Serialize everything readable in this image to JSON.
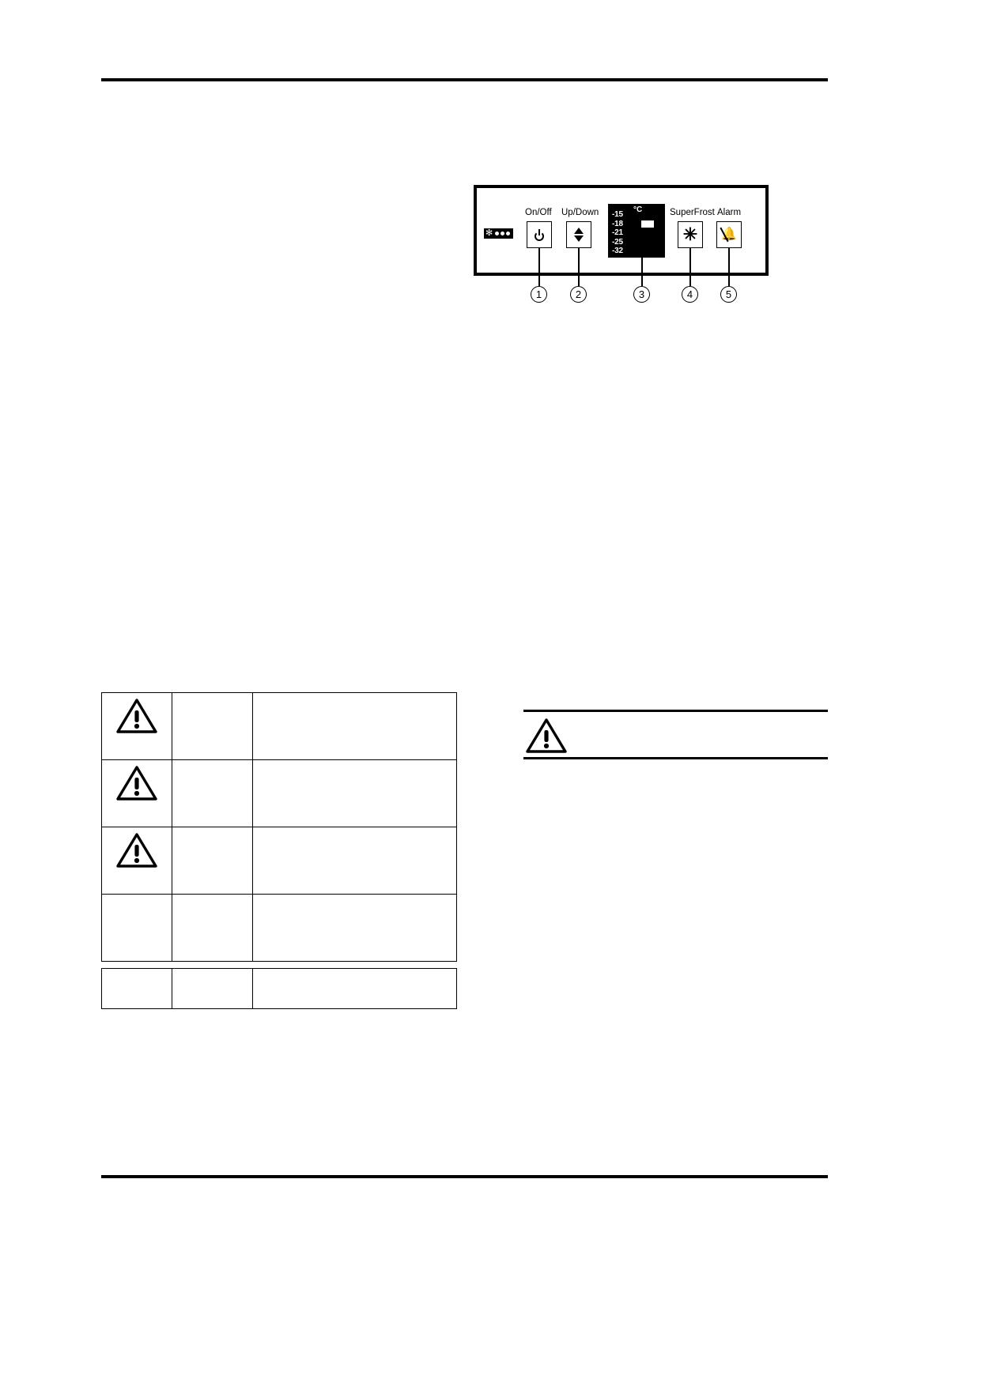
{
  "document": {
    "type": "appliance-manual-page",
    "background": "#ffffff",
    "ink": "#000000"
  },
  "figure": {
    "name": "freezer-control-panel",
    "badge": {
      "icon": "snowflake-indicator-icon",
      "star": "✻",
      "pips": 3
    },
    "controls": [
      {
        "label": "On/Off",
        "icon": "power-icon",
        "callout": "1"
      },
      {
        "label": "Up/Down",
        "icon": "up-down-arrows-icon",
        "callout": "2"
      },
      {
        "label": "",
        "icon": "temperature-display",
        "callout": "3"
      },
      {
        "label": "SuperFrost",
        "icon": "snowflake-icon",
        "callout": "4"
      },
      {
        "label": "Alarm",
        "icon": "bell-off-icon",
        "callout": "5"
      }
    ],
    "display": {
      "unit": "°C",
      "scale": [
        "-15",
        "-18",
        "-21",
        "-25",
        "-32"
      ],
      "indicator_at": "-18"
    },
    "callouts": [
      "1",
      "2",
      "3",
      "4",
      "5"
    ]
  },
  "warning_table": {
    "rows": [
      {
        "icon": "warning-triangle-icon",
        "term": "",
        "description": ""
      },
      {
        "icon": "warning-triangle-icon",
        "term": "",
        "description": ""
      },
      {
        "icon": "warning-triangle-icon",
        "term": "",
        "description": ""
      },
      {
        "icon": "",
        "term": "",
        "description": ""
      },
      {
        "icon": "",
        "term": "",
        "description": ""
      }
    ]
  },
  "notice_block": {
    "icon": "warning-triangle-icon",
    "text": ""
  }
}
